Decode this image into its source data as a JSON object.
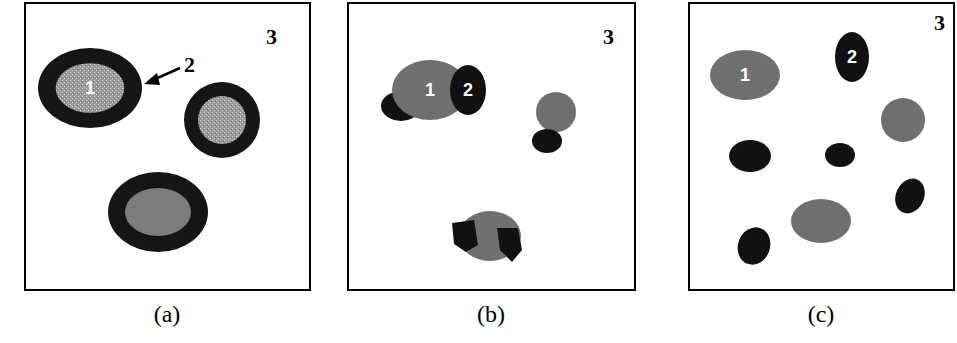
{
  "diagram": {
    "nodes": [
      {
        "text": [
          "1"
        ]
      },
      {
        "text": [
          "1"
        ]
      },
      {
        "text": [
          "2"
        ]
      },
      {
        "text": [
          "1"
        ]
      },
      {
        "text": [
          "2"
        ]
      }
    ],
    "labels": [
      "2",
      "3",
      "3",
      "3",
      "(a)",
      "(b)",
      "(c)"
    ]
  }
}
